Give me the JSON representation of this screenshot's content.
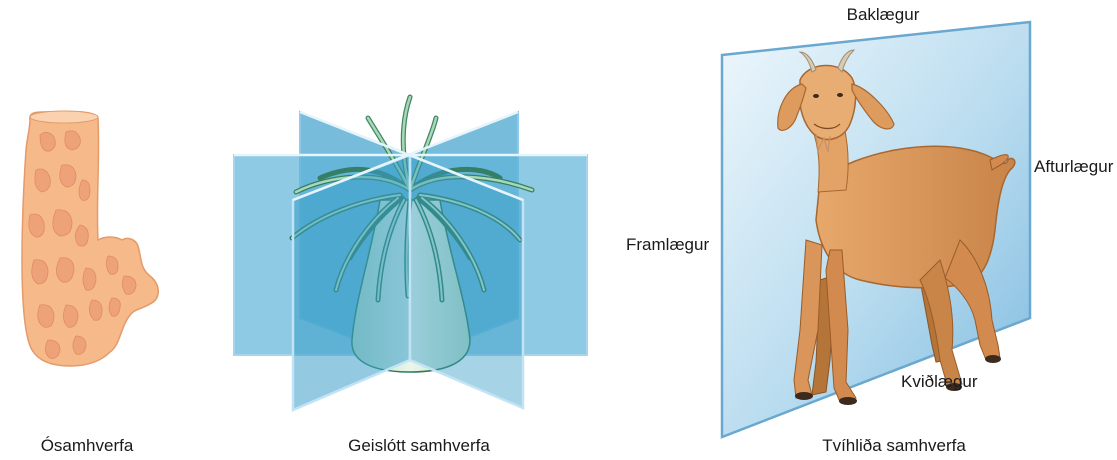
{
  "panels": [
    {
      "id": "asymmetry",
      "caption": "Ósamhverfa",
      "organism": "sponge"
    },
    {
      "id": "radial",
      "caption": "Geislótt samhverfa",
      "organism": "sea-anemone"
    },
    {
      "id": "bilateral",
      "caption": "Tvíhliða samhverfa",
      "organism": "goat"
    }
  ],
  "directions": {
    "dorsal": "Baklægur",
    "posterior": "Afturlægur",
    "anterior": "Framlægur",
    "ventral": "Kviðlægur"
  },
  "colors": {
    "sponge_fill": "#f6b98a",
    "sponge_spots": "#eea27a",
    "plane_blue": "#3a9ec8",
    "plane_edge": "#8fc8e8",
    "anemone_body": "#d7ecd8",
    "tentacle": "#2f7a5a",
    "goat_body": "#d9955a"
  }
}
